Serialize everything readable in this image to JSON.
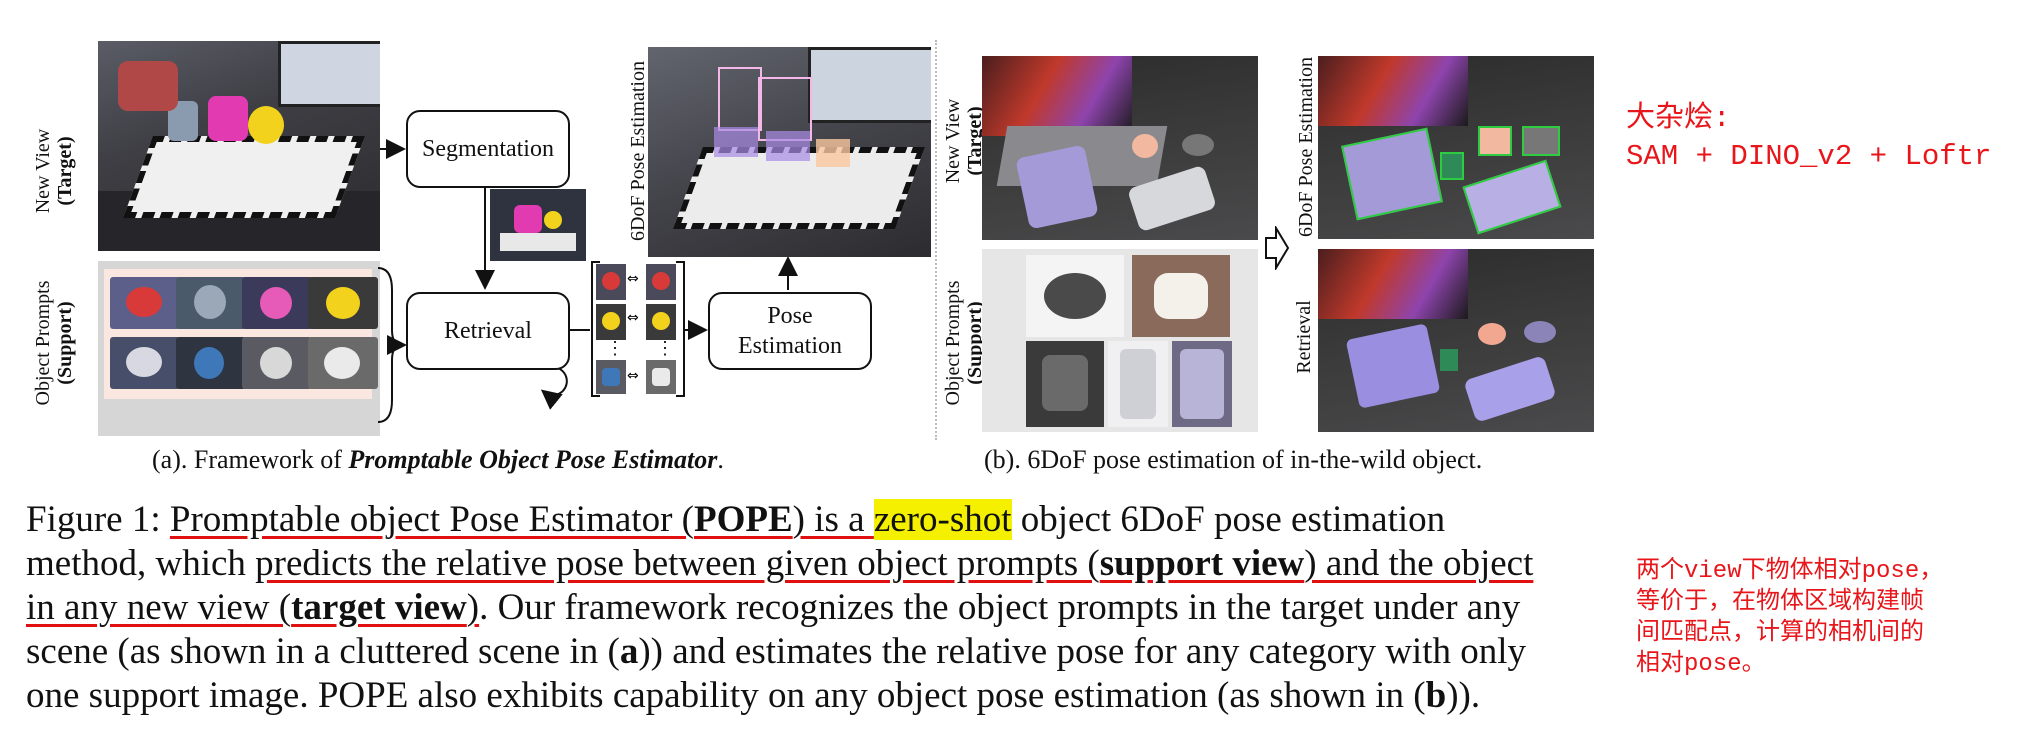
{
  "panel_a": {
    "label_new_view": "New View",
    "label_target": "(Target)",
    "label_object_prompts": "Object Prompts",
    "label_support": "(Support)",
    "box_segmentation": "Segmentation",
    "box_retrieval": "Retrieval",
    "box_pose_line1": "Pose",
    "box_pose_line2": "Estimation",
    "label_6dof": "6DoF Pose Estimation",
    "match_dots": "⋮",
    "caption_prefix": "(a). Framework of ",
    "caption_emph": "Promptable Object Pose Estimator",
    "caption_suffix": "."
  },
  "panel_b": {
    "label_new_view": "New View",
    "label_target": "(Target)",
    "label_object_prompts": "Object Prompts",
    "label_support": "(Support)",
    "label_6dof": "6DoF Pose Estimation",
    "label_retrieval": "Retrieval",
    "caption": "(b). 6DoF pose estimation of in-the-wild object."
  },
  "figure_caption": {
    "l1_a": "Figure 1: ",
    "l1_b": "Promptable object Pose Estimator (",
    "l1_c": "POPE",
    "l1_d": ") is a ",
    "l1_e": "zero-shot",
    "l1_f": " object 6DoF pose estimation",
    "l2_a": "method, which ",
    "l2_b": "predicts the relative pose between given object prompts (",
    "l2_c": "support view",
    "l2_d": ") and the object",
    "l3_a": "in any new view (",
    "l3_b": "target view",
    "l3_c": ")",
    "l3_d": ". Our framework recognizes the object prompts in the target under any",
    "l4_a": "scene (as shown in a cluttered scene in (",
    "l4_b": "a",
    "l4_c": ")) and estimates the relative pose for any category with only",
    "l5_a": "one support image. POPE also exhibits capability on any object pose estimation (as shown in (",
    "l5_b": "b",
    "l5_c": "))."
  },
  "notes": {
    "top_line1": "大杂烩:",
    "top_line2": "SAM + DINO_v2 + Loftr",
    "side_line1": "两个view下物体相对pose，",
    "side_line2": "等价于，在物体区域构建帧",
    "side_line3": "间匹配点，计算的相机间的",
    "side_line4": "相对pose。"
  },
  "colors": {
    "annotation_red": "#e8161a",
    "highlight_yellow": "#f5f000"
  }
}
